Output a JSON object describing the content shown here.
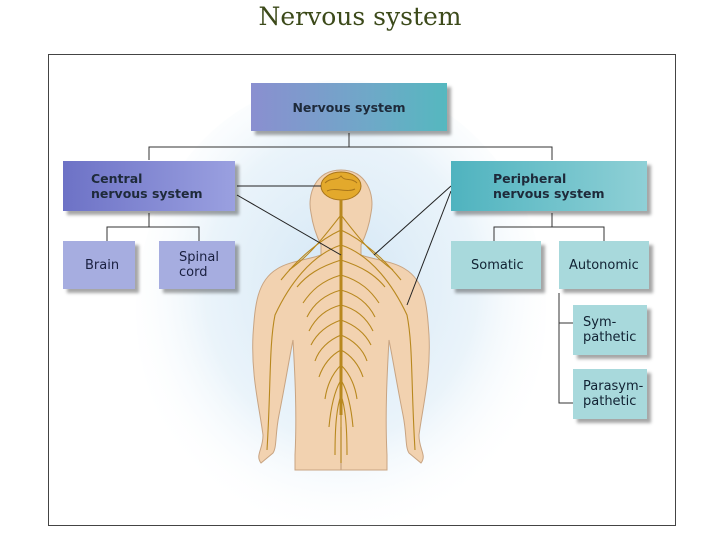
{
  "title": "Nervous system",
  "diagram": {
    "root": "Nervous system",
    "central": {
      "label": "Central\nnervous system",
      "children": [
        "Brain",
        "Spinal\ncord"
      ]
    },
    "peripheral": {
      "label": "Peripheral\nnervous system",
      "children": [
        "Somatic",
        "Autonomic"
      ],
      "autonomic_children": [
        "Sym-\npathetic",
        "Parasym-\npathetic"
      ]
    }
  },
  "colors": {
    "title_text": "#3c4a1a",
    "central_box": "#6d72c6",
    "peripheral_box": "#4fb3bf",
    "nerve": "#b8881e",
    "skin": "#f2d2b0",
    "brain": "#e3a92c"
  }
}
